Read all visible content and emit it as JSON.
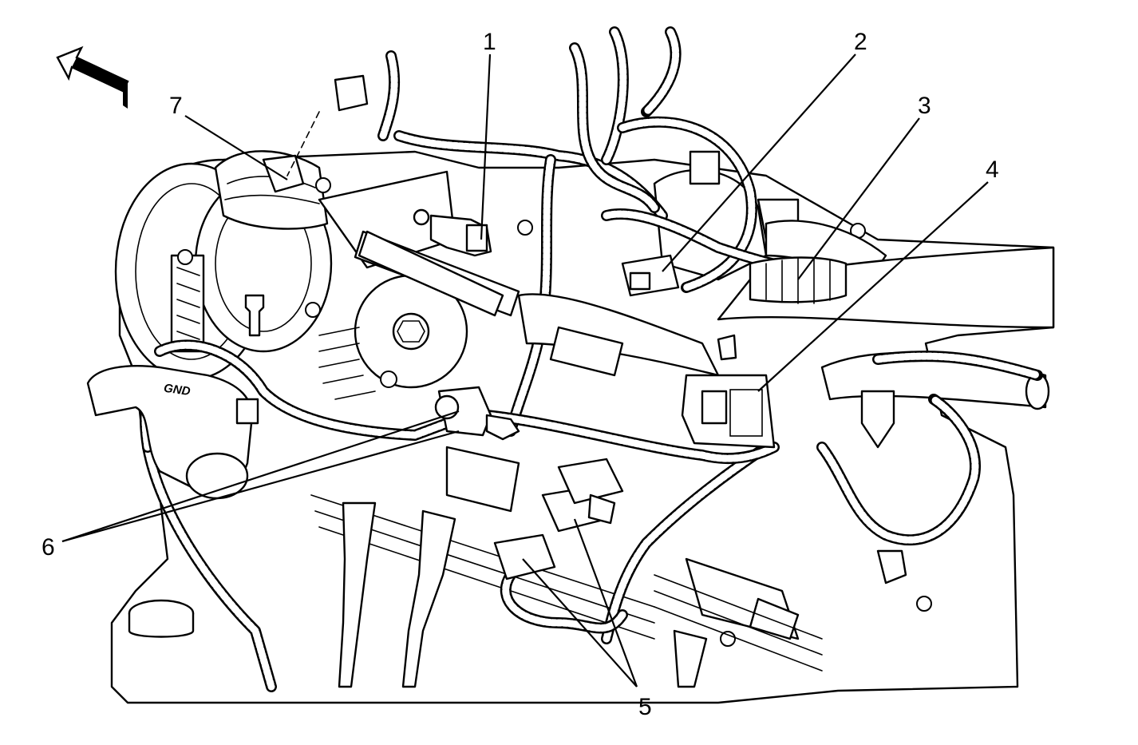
{
  "figure": {
    "gnd_marking": "GND",
    "callouts": [
      {
        "id": "1",
        "label": "1"
      },
      {
        "id": "2",
        "label": "2"
      },
      {
        "id": "3",
        "label": "3"
      },
      {
        "id": "4",
        "label": "4"
      },
      {
        "id": "5",
        "label": "5"
      },
      {
        "id": "6",
        "label": "6"
      },
      {
        "id": "7",
        "label": "7"
      }
    ]
  }
}
